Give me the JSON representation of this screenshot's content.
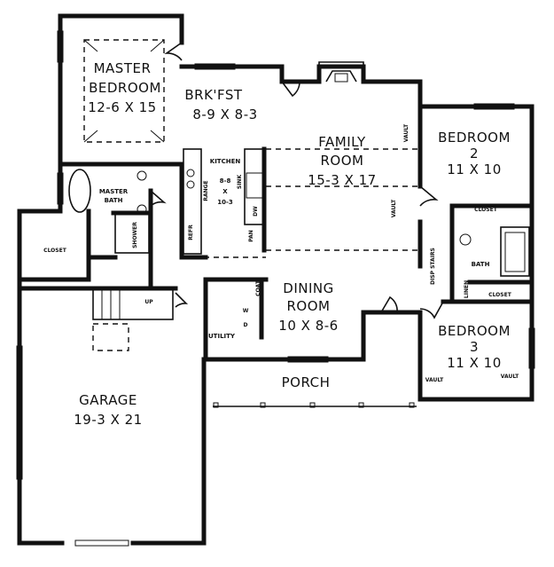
{
  "rooms": {
    "master_bedroom": {
      "name_1": "MASTER",
      "name_2": "BEDROOM",
      "size": "12-6 X 15"
    },
    "brkfst": {
      "name": "BRK'FST",
      "size": "8-9 X 8-3"
    },
    "family_room": {
      "name_1": "FAMILY",
      "name_2": "ROOM",
      "size": "15-3 X 17"
    },
    "bedroom_2": {
      "name": "BEDROOM",
      "number": "2",
      "size": "11 X 10"
    },
    "kitchen": {
      "name": "KITCHEN",
      "size_1": "8-8",
      "size_x": "X",
      "size_2": "10-3"
    },
    "master_bath": {
      "name_1": "MASTER",
      "name_2": "BATH"
    },
    "dining_room": {
      "name_1": "DINING",
      "name_2": "ROOM",
      "size": "10 X 8-6"
    },
    "bedroom_3": {
      "name": "BEDROOM",
      "number": "3",
      "size": "11 X 10"
    },
    "garage": {
      "name": "GARAGE",
      "size": "19-3 X 21"
    },
    "porch": {
      "name": "PORCH"
    },
    "utility": {
      "name": "UTILITY"
    },
    "bath": {
      "name": "BATH"
    }
  },
  "fixtures": {
    "closet": "CLOSET",
    "range": "RANGE",
    "sink": "SINK",
    "dw": "DW",
    "refr": "REFR",
    "pan": "PAN",
    "shower": "SHOWER",
    "up": "UP",
    "coat": "COAT",
    "linen": "LINEN",
    "disp_stairs": "DISP STAIRS",
    "vault": "VAULT",
    "washer": "W",
    "dryer": "D"
  }
}
